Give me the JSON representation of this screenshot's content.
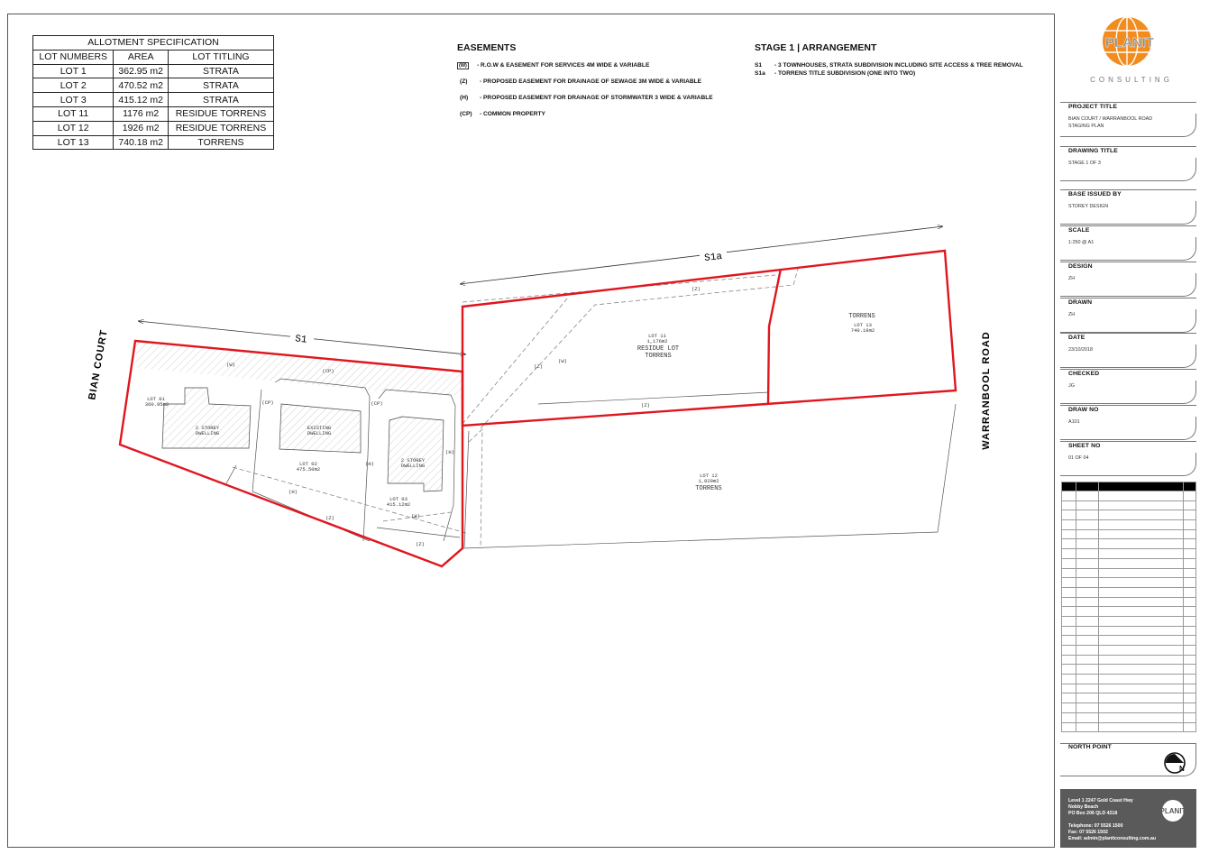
{
  "allotment": {
    "title": "ALLOTMENT SPECIFICATION",
    "headers": [
      "LOT NUMBERS",
      "AREA",
      "LOT TITLING"
    ],
    "rows": [
      [
        "LOT 1",
        "362.95 m2",
        "STRATA"
      ],
      [
        "LOT 2",
        "470.52 m2",
        "STRATA"
      ],
      [
        "LOT 3",
        "415.12 m2",
        "STRATA"
      ],
      [
        "LOT 11",
        "1176 m2",
        "RESIDUE TORRENS"
      ],
      [
        "LOT 12",
        "1926 m2",
        "RESIDUE TORRENS"
      ],
      [
        "LOT 13",
        "740.18 m2",
        "TORRENS"
      ]
    ]
  },
  "easements": {
    "title": "EASEMENTS",
    "items": [
      {
        "key": "(W)",
        "text": "- R.O.W & EASEMENT FOR SERVICES 4M WIDE & VARIABLE"
      },
      {
        "key": "(Z)",
        "text": "- PROPOSED EASEMENT FOR DRAINAGE OF SEWAGE 3M WIDE & VARIABLE"
      },
      {
        "key": "(H)",
        "text": "- PROPOSED EASEMENT FOR DRAINAGE OF STORMWATER 3 WIDE & VARIABLE"
      },
      {
        "key": "(CP)",
        "text": "- COMMON PROPERTY"
      }
    ]
  },
  "stage": {
    "title": "STAGE 1 | ARRANGEMENT",
    "items": [
      {
        "key": "S1",
        "text": "- 3 TOWNHOUSES, STRATA SUBDIVISION INCLUDING SITE ACCESS & TREE REMOVAL"
      },
      {
        "key": "S1a",
        "text": "- TORRENS TITLE SUBDIVISION (ONE INTO TWO)"
      }
    ]
  },
  "plan": {
    "road_left": "BIAN  COURT",
    "road_right": "WARRANBOOL  ROAD",
    "dim_s1": "S1",
    "dim_s1a": "S1a",
    "lot01": [
      "LOT 01",
      "360.95m2"
    ],
    "lot02": [
      "LOT 02",
      "475.50m2"
    ],
    "lot03": [
      "LOT 03",
      "415.12m2"
    ],
    "lot11": [
      "LOT 11",
      "1,176m2",
      "RESIDUE LOT",
      "TORRENS"
    ],
    "lot12": [
      "LOT 12",
      "1,929m2",
      "TORRENS"
    ],
    "lot13": [
      "TORRENS",
      "LOT 13",
      "740.18m2"
    ],
    "dwelling1": [
      "2 STOREY",
      "DWELLING"
    ],
    "dwelling2": [
      "EXISTING",
      "DWELLING"
    ],
    "dwelling3": [
      "2 STOREY",
      "DWELLING"
    ],
    "tags": {
      "w": "(W)",
      "z": "(Z)",
      "cp": "(CP)",
      "h": "(H)"
    }
  },
  "title_block": {
    "logo": {
      "word": "PLANIT",
      "sub": "CONSULTING",
      "accent": "#f28c1e"
    },
    "fields": [
      {
        "label": "PROJECT TITLE",
        "value": [
          "BIAN COURT / WARRANBOOL ROAD",
          "STAGING PLAN"
        ]
      },
      {
        "label": "DRAWING TITLE",
        "value": [
          "STAGE 1 OF 3"
        ]
      },
      {
        "label": "BASE ISSUED BY",
        "value": [
          "STOREY DESIGN"
        ]
      },
      {
        "label": "SCALE",
        "value": [
          "1:250 @ A1"
        ]
      },
      {
        "label": "DESIGN",
        "value": [
          "ZH"
        ]
      },
      {
        "label": "DRAWN",
        "value": [
          "ZH"
        ]
      },
      {
        "label": "DATE",
        "value": [
          "23/10/2018"
        ]
      },
      {
        "label": "CHECKED",
        "value": [
          "JG"
        ]
      },
      {
        "label": "DRAW NO",
        "value": [
          "A101"
        ]
      },
      {
        "label": "SHEET NO",
        "value": [
          "01 OF 04"
        ]
      }
    ],
    "north_label": "NORTH POINT",
    "north_letter": "N",
    "contact": [
      "Level 1 2247 Gold Coast Hwy",
      "Nobby Beach",
      "PO Box 206 QLD 4218",
      "",
      "Telephone: 07 5526 1500",
      "Fax: 07 5526 1502",
      "Email: admin@planitconsulting.com.au"
    ],
    "contact_logo": "PLANIT"
  },
  "colors": {
    "boundary": "#e0161f",
    "linework": "#444444",
    "logo_orange": "#f28c1e"
  }
}
